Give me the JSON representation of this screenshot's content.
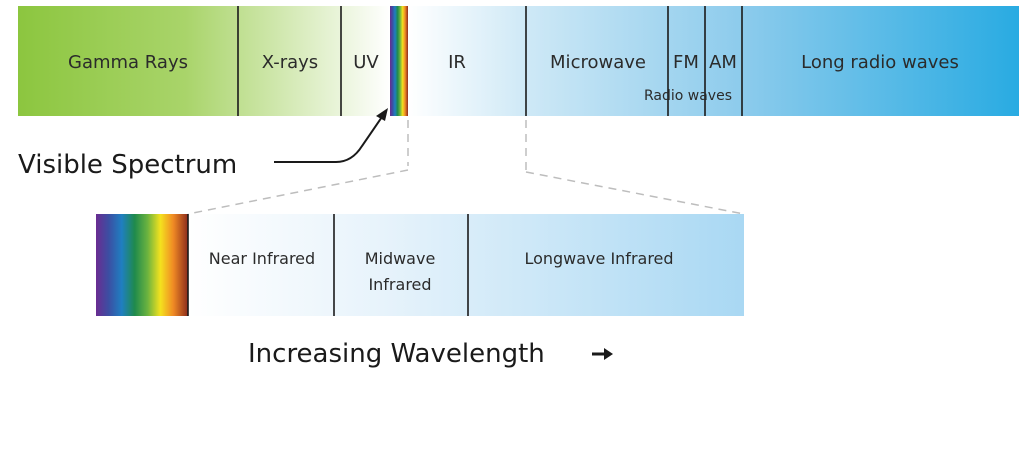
{
  "spectrum": {
    "bands": [
      {
        "key": "gamma",
        "label": "Gamma Rays"
      },
      {
        "key": "xray",
        "label": "X-rays"
      },
      {
        "key": "uv",
        "label": "UV"
      },
      {
        "key": "ir",
        "label": "IR"
      },
      {
        "key": "microwave",
        "label": "Microwave"
      },
      {
        "key": "fm",
        "label": "FM"
      },
      {
        "key": "am",
        "label": "AM"
      },
      {
        "key": "long_radio",
        "label": "Long radio waves"
      }
    ],
    "radio_group_label": "Radio waves"
  },
  "visible_label": "Visible Spectrum",
  "infrared_detail": {
    "bands": [
      {
        "key": "near",
        "label": "Near Infrared"
      },
      {
        "key": "mid_line1",
        "label": "Midwave"
      },
      {
        "key": "mid_line2",
        "label": "Infrared"
      },
      {
        "key": "long",
        "label": "Longwave Infrared"
      }
    ]
  },
  "axis_label": "Increasing Wavelength",
  "colors": {
    "gamma_green": "#8cc63f",
    "radio_blue": "#29abe2",
    "divider": "#1a1a1a",
    "text": "#2b2b2b"
  }
}
